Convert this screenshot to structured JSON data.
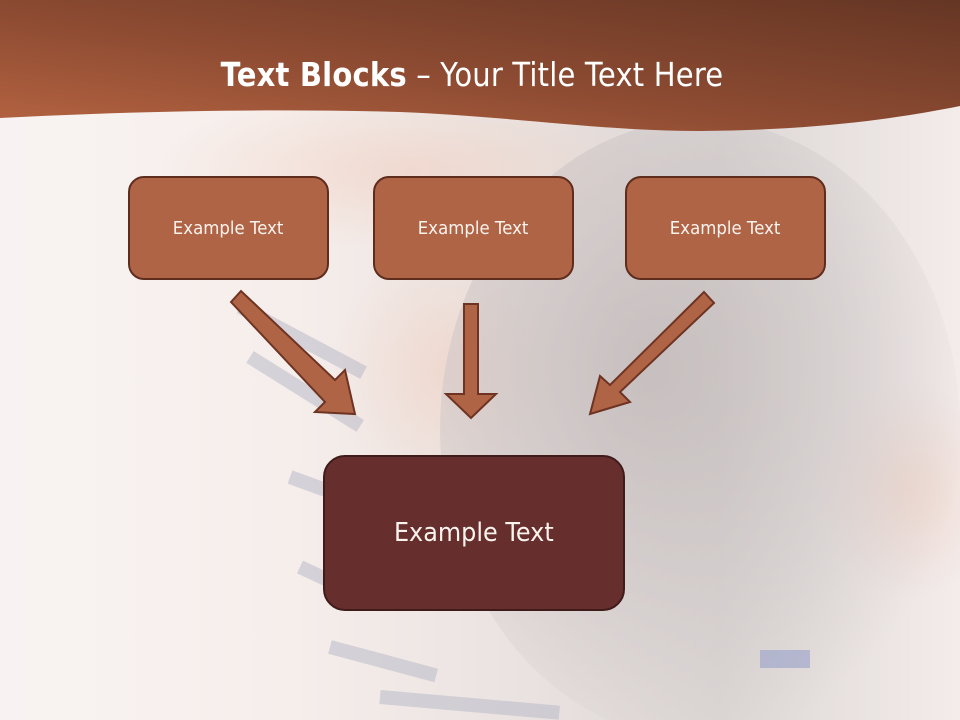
{
  "slide": {
    "title_bold": "Text Blocks",
    "title_separator": " – ",
    "title_rest": "Your Title Text Here"
  },
  "blocks": {
    "top": [
      {
        "label": "Example Text"
      },
      {
        "label": "Example Text"
      },
      {
        "label": "Example Text"
      }
    ],
    "bottom": {
      "label": "Example Text"
    }
  },
  "arrows": [
    {
      "direction": "down-right",
      "from": "left-block",
      "to": "bottom-block"
    },
    {
      "direction": "down",
      "from": "center-block",
      "to": "bottom-block"
    },
    {
      "direction": "down-left",
      "from": "right-block",
      "to": "bottom-block"
    }
  ],
  "colors": {
    "header_dark": "#6a3a26",
    "header_light": "#b0603f",
    "top_block_fill": "#b06446",
    "top_block_border": "#5e2d1e",
    "bottom_block_fill": "#662f2e",
    "bottom_block_border": "#3f1b1a",
    "arrow_fill": "#b06446",
    "arrow_border": "#6e3322",
    "text": "#ffffff"
  }
}
